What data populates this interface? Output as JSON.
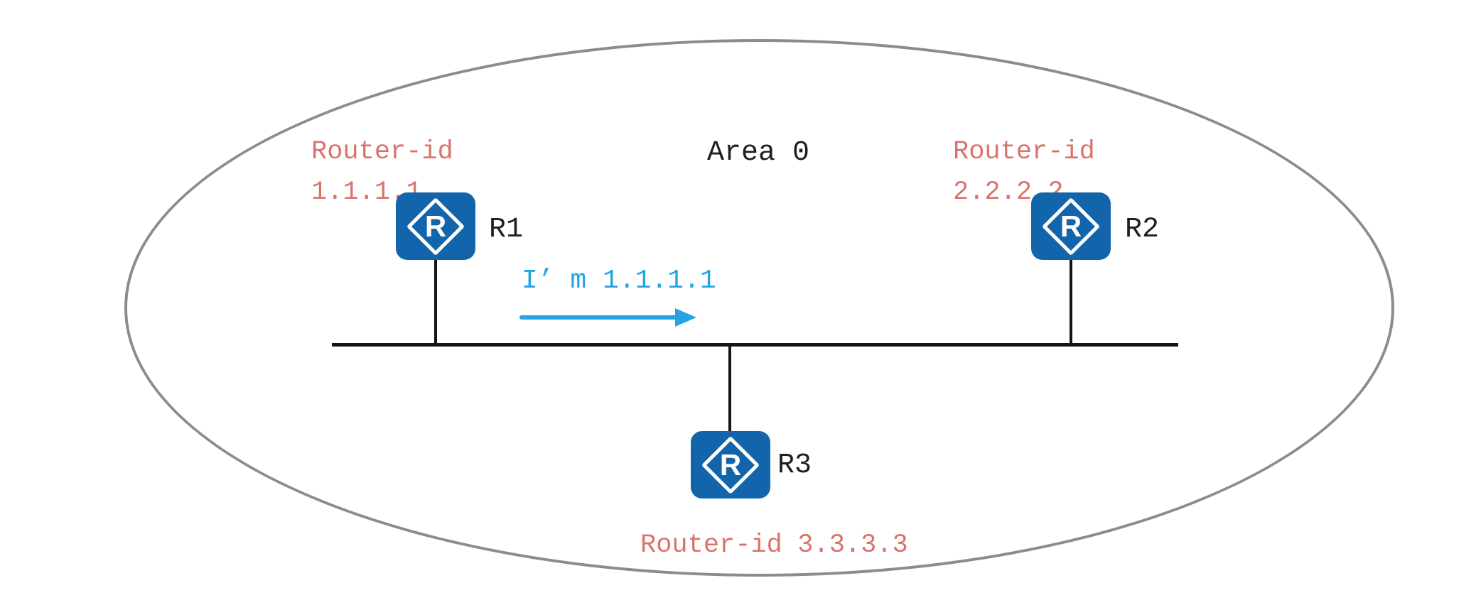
{
  "area_label": "Area 0",
  "routers": [
    {
      "name": "R1",
      "icon_letter": "R",
      "router_id_label": "Router-id",
      "router_id": "1.1.1.1"
    },
    {
      "name": "R2",
      "icon_letter": "R",
      "router_id_label": "Router-id",
      "router_id": "2.2.2.2"
    },
    {
      "name": "R3",
      "icon_letter": "R",
      "router_id_label": "Router-id",
      "router_id": "3.3.3.3"
    }
  ],
  "message": {
    "text": "I’ m 1.1.1.1"
  },
  "colors": {
    "router-blue": "#1365ab",
    "id-red": "#d9746c",
    "msg-cyan": "#25a4e3",
    "line-black": "#151515",
    "ellipse-gray": "#8c8c8c",
    "text-black": "#1f1f1f"
  }
}
